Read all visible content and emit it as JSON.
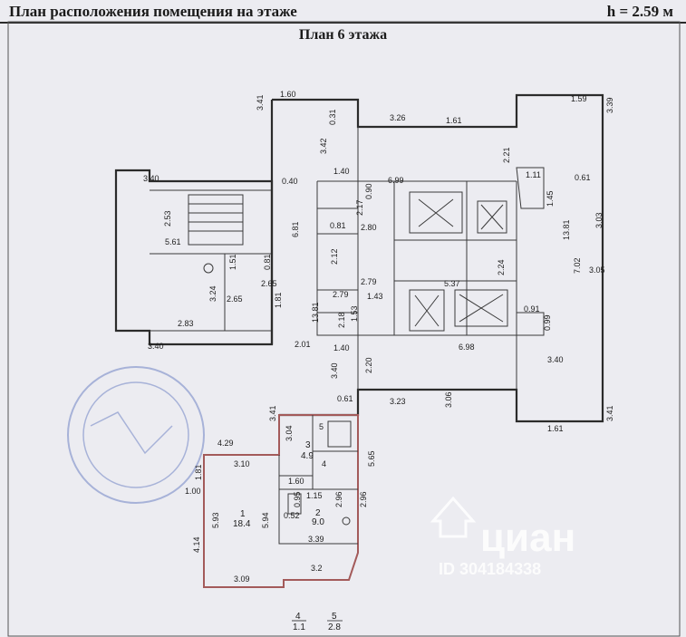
{
  "header": {
    "title": "План расположения помещения на этаже",
    "height": "h = 2.59 м"
  },
  "plan_title": "План 6 этажа",
  "dimensions": {
    "d160": "1.60",
    "d341a": "3.41",
    "d031": "0.31",
    "d342": "3.42",
    "d326": "3.26",
    "d161a": "1.61",
    "d159": "1.59",
    "d339a": "3.39",
    "d221": "2.21",
    "d140a": "1.40",
    "d340a": "3.40",
    "d040": "0.40",
    "d699": "6.99",
    "d111": "1.11",
    "d061a": "0.61",
    "d253": "2.53",
    "d217": "2.17",
    "d090": "0.90",
    "d145": "1.45",
    "d081a": "0.81",
    "d280": "2.80",
    "d561": "5.61",
    "d681": "6.81",
    "d1381a": "13.81",
    "d303": "3.03",
    "d212": "2.12",
    "d151": "1.51",
    "d081b": "0.81",
    "d537": "5.37",
    "d224": "2.24",
    "d702": "7.02",
    "d305": "3.05",
    "d265a": "2.65",
    "d279a": "2.79",
    "d279b": "2.79",
    "d324": "3.24",
    "d265b": "2.65",
    "d181a": "1.81",
    "d143": "1.43",
    "d1381b": "13.81",
    "d091": "0.91",
    "d218": "2.18",
    "d153": "1.53",
    "d283": "2.83",
    "d099": "0.99",
    "d340b": "3.40",
    "d201": "2.01",
    "d140b": "1.40",
    "d698": "6.98",
    "d340c": "3.40",
    "d220": "2.20",
    "d340d": "3.40",
    "d061b": "0.61",
    "d323": "3.23",
    "d306": "3.06",
    "d341b": "3.41",
    "d161b": "1.61",
    "d429": "4.29",
    "d304": "3.04",
    "d565": "5.65",
    "d181b": "1.81",
    "d310": "3.10",
    "d100": "1.00",
    "d160b": "1.60",
    "d095": "0.95",
    "d115": "1.15",
    "d296a": "2.96",
    "d296b": "2.96",
    "d593": "5.93",
    "d594": "5.94",
    "d052": "0.52",
    "d414": "4.14",
    "d339b": "3.39",
    "d32": "3.2",
    "d309": "3.09"
  },
  "rooms": [
    {
      "num": "3",
      "area": "4.9"
    },
    {
      "num": "1",
      "area": "18.4"
    },
    {
      "num": "2",
      "area": "9.0"
    },
    {
      "num": "4",
      "area": "1.1"
    },
    {
      "num": "5",
      "area": "2.8"
    }
  ],
  "small_labels": {
    "room5_num": "5",
    "room4_num": "4"
  },
  "watermark": {
    "brand": "циан",
    "id_text": "ID 304184338"
  },
  "colors": {
    "paper": "#ececf1",
    "line": "#2b2b2b",
    "apartment_outline": "#a35a5a",
    "stamp": "#5a6fb0"
  }
}
